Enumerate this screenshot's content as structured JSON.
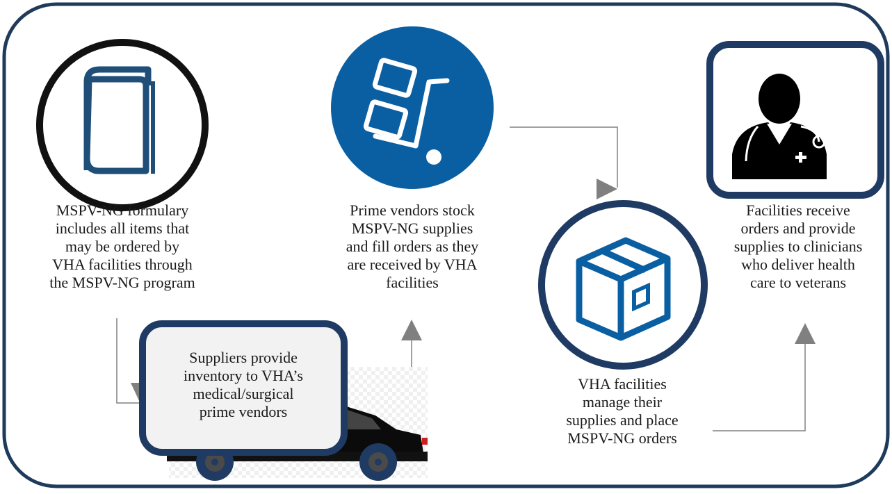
{
  "colors": {
    "frame": "#1f3b5c",
    "accent_blue": "#0a5fa3",
    "navy": "#1f3b63",
    "arrow_gray": "#808080",
    "truck_box_fill": "#f2f2f2"
  },
  "steps": {
    "formulary": {
      "icon": "book-icon",
      "text": "MSPV-NG formulary\nincludes all items that\nmay be ordered by\nVHA facilities through\nthe MSPV-NG program"
    },
    "prime_vendors": {
      "icon": "hand-truck-icon",
      "text": "Prime vendors stock\nMSPV-NG supplies\nand fill orders as they\nare received by VHA\nfacilities"
    },
    "facilities_manage": {
      "icon": "package-box-icon",
      "text": "VHA facilities\nmanage their\nsupplies and place\nMSPV-NG orders"
    },
    "facilities_receive": {
      "icon": "doctor-icon",
      "text": "Facilities receive\norders and provide\nsupplies to clinicians\nwho deliver health\ncare to veterans"
    },
    "suppliers": {
      "icon": "delivery-truck-icon",
      "text": "Suppliers provide\ninventory to VHA’s\nmedical/surgical\nprime vendors"
    }
  }
}
